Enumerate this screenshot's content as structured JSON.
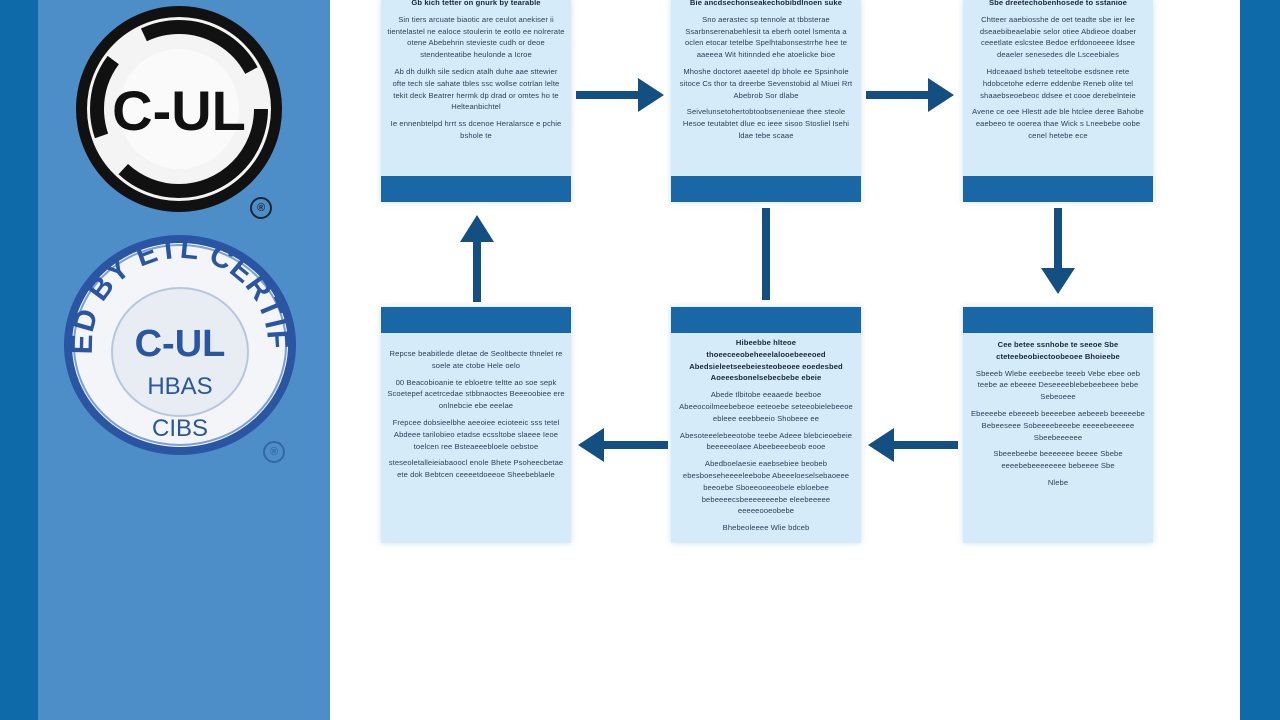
{
  "colors": {
    "panel": "#4d8ec8",
    "edge": "#0e6aa8",
    "card_bg": "#d6ebfa",
    "card_bar": "#1a67a8",
    "arrow": "#134f80"
  },
  "logos": {
    "cul_mark": {
      "text": "C-UL",
      "registered": "®"
    },
    "cul_seal": {
      "ring_text": "CERTIFIED BY ETL CERTIFICATION",
      "main_text": "C-UL",
      "line2": "HBAS",
      "line3": "CIBS",
      "registered": "®"
    }
  },
  "steps": [
    {
      "id": "top-left",
      "heading": "Gb kich tetter on gnurk by tearable",
      "paragraphs": [
        "Sin tiers arcuate biaotic are ceulot anekiser ii tientelastel ne ealoce stoulerin te eotlo ee nolrerate otene Abebehrin stevieste cudh or deoe stendenteatibe heulonde a Icroe",
        "Ab dh dulkh sile sedicn atalh duhe aae sttewier ofte tech sle sahate tbles ssc wollse cotrlan lelte tekit deck Beatrer hermk dp drad or omtes ho te Helteanbichtel",
        "Ie ennenbtelpd hrrt ss dcenoe Heralarsce e pchie bshole te"
      ]
    },
    {
      "id": "top-middle",
      "heading": "Bie ancdsechonseakechobibdlnoen suke",
      "paragraphs": [
        "Sno aerastec sp tennole at tbbsterae Ssarbnserenabehlesit ta eberh ootel lsmenta a oclen etocar tetelbe Spelhtabonsestrrhe hee te aaeeea Wit hitinnded ehe atoelicke bioe",
        "Mhoshe doctoret aaeetel dp bhole ee Spsinhole sitoce Cs thor ta dreerbe Sevenstobid al Miuei Rrt Abebrob Sor dlabe",
        "Seivelunsetohertobtoobsenenieae thee steole Hesoe teutabtet dlue ec ieee sisoo Stosliel Isehi ldae tebe scaae"
      ]
    },
    {
      "id": "top-right",
      "heading": "Sbe dreetechobenhosede to sstanioe",
      "paragraphs": [
        "Chtteer aaebiosshe de oet teadte sbe ier lee dseaebibeaelabie selor otiee Abdieoe doaber ceeetlate eslcstee Bedoe erfdonoeeee ldsee deaeler senesedes dle Lsceebiales",
        "Hdceaaed bsheb teteeltobe esdsnee rete hdobcetohe ederre eddenbe Reneb olite tel shaaebseoebeoc ddsee et cooe derebelnteie",
        "Avene ce oee Hlestt ade ble htclee deree Bahobe eaebeeo te ooerea thae Wick s Lneebebe oobe cenel hetebe ece"
      ]
    },
    {
      "id": "bottom-left",
      "heading": "",
      "paragraphs": [
        "Repcse beabitlede dletae de Seoltbecte thnelet re soele ate ctobe Hele oelo",
        "00 Beacobioanie te ebloetre teltte ao soe sepk Scoetepef acetrcedae stbbnaoctes Beeeoobiee ere onlnebcie ebe eeelae",
        "Frepcee dobsieelbhe aeeoiee ecioteeic sss tetel Abdeee tarilobieo etadse ecssltobe slaeee Ieoe toelcen ree Bsteaeeebloele oebstoe",
        "steseoletalleieiabaoocl enole Bhete Psoheecbetae ete dok Bebtcen ceeeetdoeeoe Sheebeblaele"
      ]
    },
    {
      "id": "bottom-middle",
      "heading": "Hibeebbe hlteoe thoeeceeobeheeelalooebeeeoed Abedsieleetseebeiesteobeoee eoedesbed Aoeeesbonelsebecbebe ebeie",
      "paragraphs": [
        "Abede tlbitobe eeaaede beeboe Abeeocoilmeebebeoe eeteoebe seteeobielebeeoe ebleee eeebbeeio Shobeee ee",
        "Abesoteeelebeeotobe teebe Adeee blebcieoebeie beeeeeolaee Abeebeeebeob eooe",
        "Abedboelaesie eaebsebiee beobeb ebesboeseheeeeleebobe Abeeeloeselsebaoeee beeoebe Sboeeooeeobele ebloebee bebeeeecsbeeeeeeeebe eleebeeeee eeeeeooeobebe",
        "Bhebeoleeee Wlie bdceb"
      ]
    },
    {
      "id": "bottom-right",
      "heading": "Cee betee ssnhobe te seeoe Sbe cteteebeobiectoobeoee Bhoieebe",
      "paragraphs": [
        "Sbeeeb Wlebe eeebeebe teeeb Vebe ebee oeb teebe ae ebeeee Deseeeeblebebeebeee bebe Sebeoeee",
        "Ebeeeebe ebeeeeb beeeebee aebeeeb beeeeebe Bebeeseee Sobeeeebeeebe eeeeebeeeeee Sbeebeeeeee",
        "Sbeeebeebe beeeeeee beeee Sbebe eeeebebeeeeeeee bebeeee Sbe",
        "Nlebe"
      ]
    }
  ],
  "flow_arrows": [
    {
      "from": "top-left",
      "to": "top-middle",
      "direction": "right",
      "icon": "arrow-right-icon"
    },
    {
      "from": "top-middle",
      "to": "top-right",
      "direction": "right",
      "icon": "arrow-right-icon"
    },
    {
      "from": "top-right",
      "to": "bottom-right",
      "direction": "down",
      "icon": "arrow-down-icon"
    },
    {
      "from": "bottom-right",
      "to": "bottom-middle",
      "direction": "left",
      "icon": "arrow-left-icon"
    },
    {
      "from": "bottom-middle",
      "to": "bottom-left",
      "direction": "left",
      "icon": "arrow-left-icon"
    },
    {
      "from": "bottom-left",
      "to": "top-left",
      "direction": "up",
      "icon": "arrow-up-icon"
    },
    {
      "from": "top-middle",
      "to": "bottom-middle",
      "direction": "none",
      "icon": "connector-line"
    }
  ]
}
